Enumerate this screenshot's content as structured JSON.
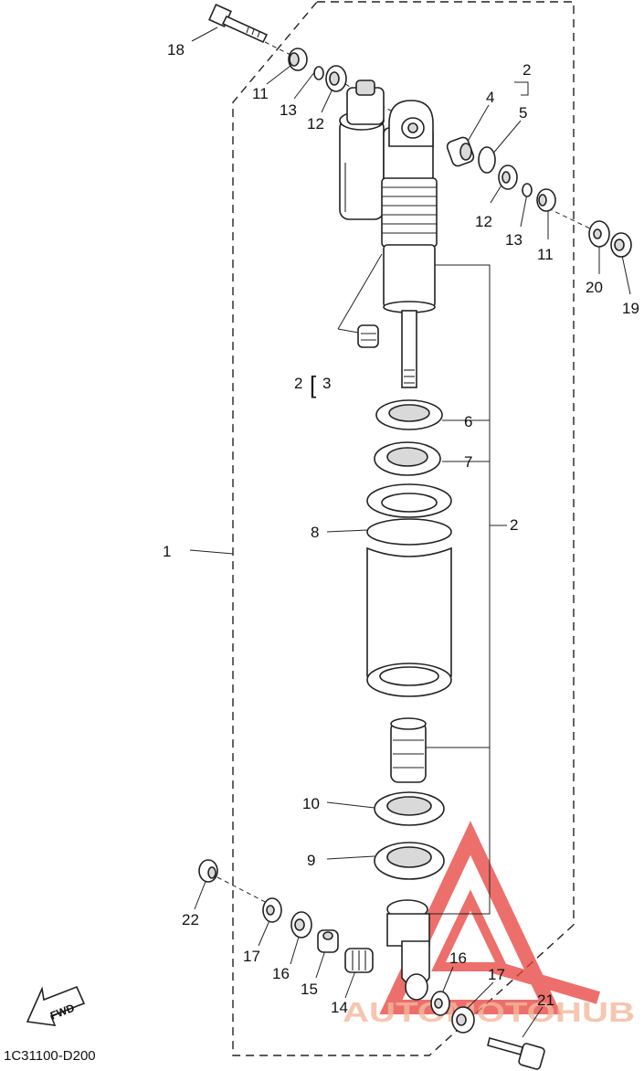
{
  "diagram": {
    "code": "1C31100-D200",
    "labels": {
      "p1": "1",
      "p2_top": "2",
      "p2_mid": "2",
      "p2_sub": "2",
      "p3": "3",
      "p4": "4",
      "p5": "5",
      "p6": "6",
      "p7": "7",
      "p8": "8",
      "p9": "9",
      "p10": "10",
      "p11_left": "11",
      "p11_right": "11",
      "p12_left": "12",
      "p12_right": "12",
      "p13_left": "13",
      "p13_right": "13",
      "p14": "14",
      "p15": "15",
      "p16_left": "16",
      "p16_right": "16",
      "p17_left": "17",
      "p17_right": "17",
      "p18": "18",
      "p19": "19",
      "p20": "20",
      "p21": "21",
      "p22": "22"
    },
    "fwd_arrow": {
      "text": "FWD",
      "icon": "arrow-down-left-icon"
    },
    "watermark": {
      "text": "AUTOMOTOHUB",
      "logo": "triangle-logo",
      "color": "#e8403a"
    }
  }
}
